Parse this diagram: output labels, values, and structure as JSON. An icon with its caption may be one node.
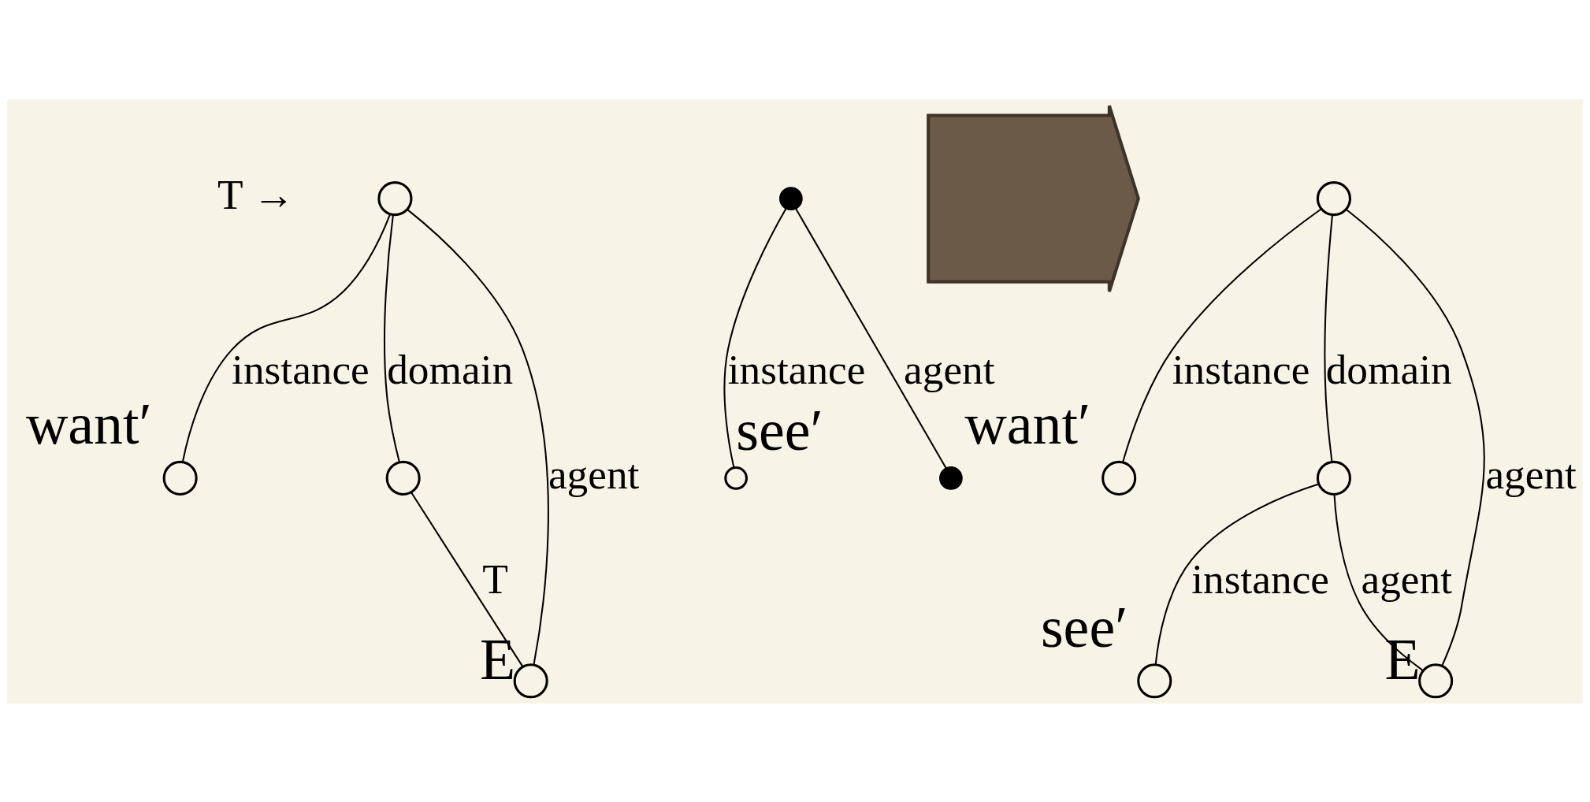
{
  "diagram": {
    "nodes": [
      {
        "text": [],
        "shape": "circle"
      },
      {
        "text": [],
        "shape": "circle",
        "beside": [
          "want′"
        ]
      },
      {
        "text": [],
        "shape": "circle"
      },
      {
        "text": [],
        "shape": "circle",
        "beside": [
          "E"
        ]
      },
      {
        "text": [],
        "shape": "circle"
      },
      {
        "text": [],
        "shape": "circle",
        "beside": [
          "see′"
        ]
      },
      {
        "text": [],
        "shape": "circle"
      },
      {
        "text": [],
        "shape": "arrow"
      },
      {
        "text": [],
        "shape": "circle"
      },
      {
        "text": [],
        "shape": "circle",
        "beside": [
          "want′"
        ]
      },
      {
        "text": [],
        "shape": "circle"
      },
      {
        "text": [],
        "shape": "circle",
        "beside": [
          "E"
        ]
      },
      {
        "text": [],
        "shape": "circle",
        "beside": [
          "see′"
        ]
      }
    ],
    "edges": [
      {
        "from": 0,
        "to": 1,
        "arrow": "none",
        "label": "instance"
      },
      {
        "from": 0,
        "to": 3,
        "arrow": "none",
        "label": "agent"
      },
      {
        "from": 0,
        "to": 2,
        "arrow": "none",
        "label": "domain"
      },
      {
        "from": 2,
        "to": 3,
        "arrow": "none",
        "label": "T"
      },
      {
        "from": 4,
        "to": 5,
        "arrow": "none",
        "label": "instance"
      },
      {
        "from": 4,
        "to": 6,
        "arrow": "none",
        "label": "agent"
      },
      {
        "from": 8,
        "to": 9,
        "arrow": "none",
        "label": "instance"
      },
      {
        "from": 8,
        "to": 11,
        "arrow": "none",
        "label": "agent"
      },
      {
        "from": 8,
        "to": 10,
        "arrow": "none",
        "label": "domain"
      },
      {
        "from": 10,
        "to": 11,
        "arrow": "none",
        "label": "agent"
      },
      {
        "from": 10,
        "to": 12,
        "arrow": "none",
        "label": "instance"
      }
    ],
    "labels": [
      "T →"
    ]
  }
}
